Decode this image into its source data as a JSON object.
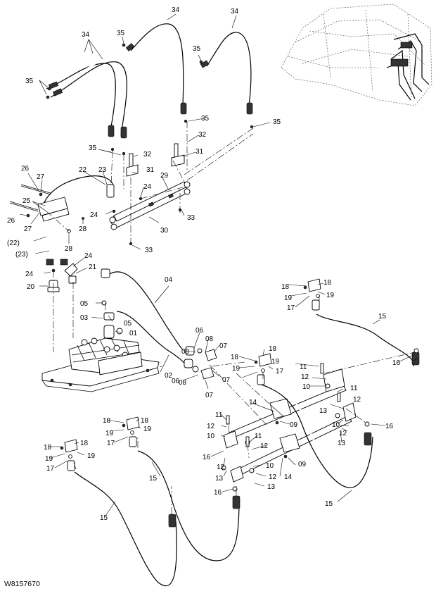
{
  "figure_code": "W8157670",
  "callouts": {
    "c01": "01",
    "c02": "02",
    "c03": "03",
    "c04": "04",
    "c05": "05",
    "c06": "06",
    "c07": "07",
    "c08": "08",
    "c09": "09",
    "c10": "10",
    "c11": "11",
    "c12": "12",
    "c13": "13",
    "c14": "14",
    "c15": "15",
    "c16": "16",
    "c17": "17",
    "c18": "18",
    "c19": "19",
    "c20": "20",
    "c21": "21",
    "c22": "22",
    "c22p": "(22)",
    "c23": "23",
    "c23p": "(23)",
    "c24": "24",
    "c25": "25",
    "c26": "26",
    "c27": "27",
    "c28": "28",
    "c29": "29",
    "c30": "30",
    "c31": "31",
    "c32": "32",
    "c33": "33",
    "c34": "34",
    "c35": "35"
  }
}
